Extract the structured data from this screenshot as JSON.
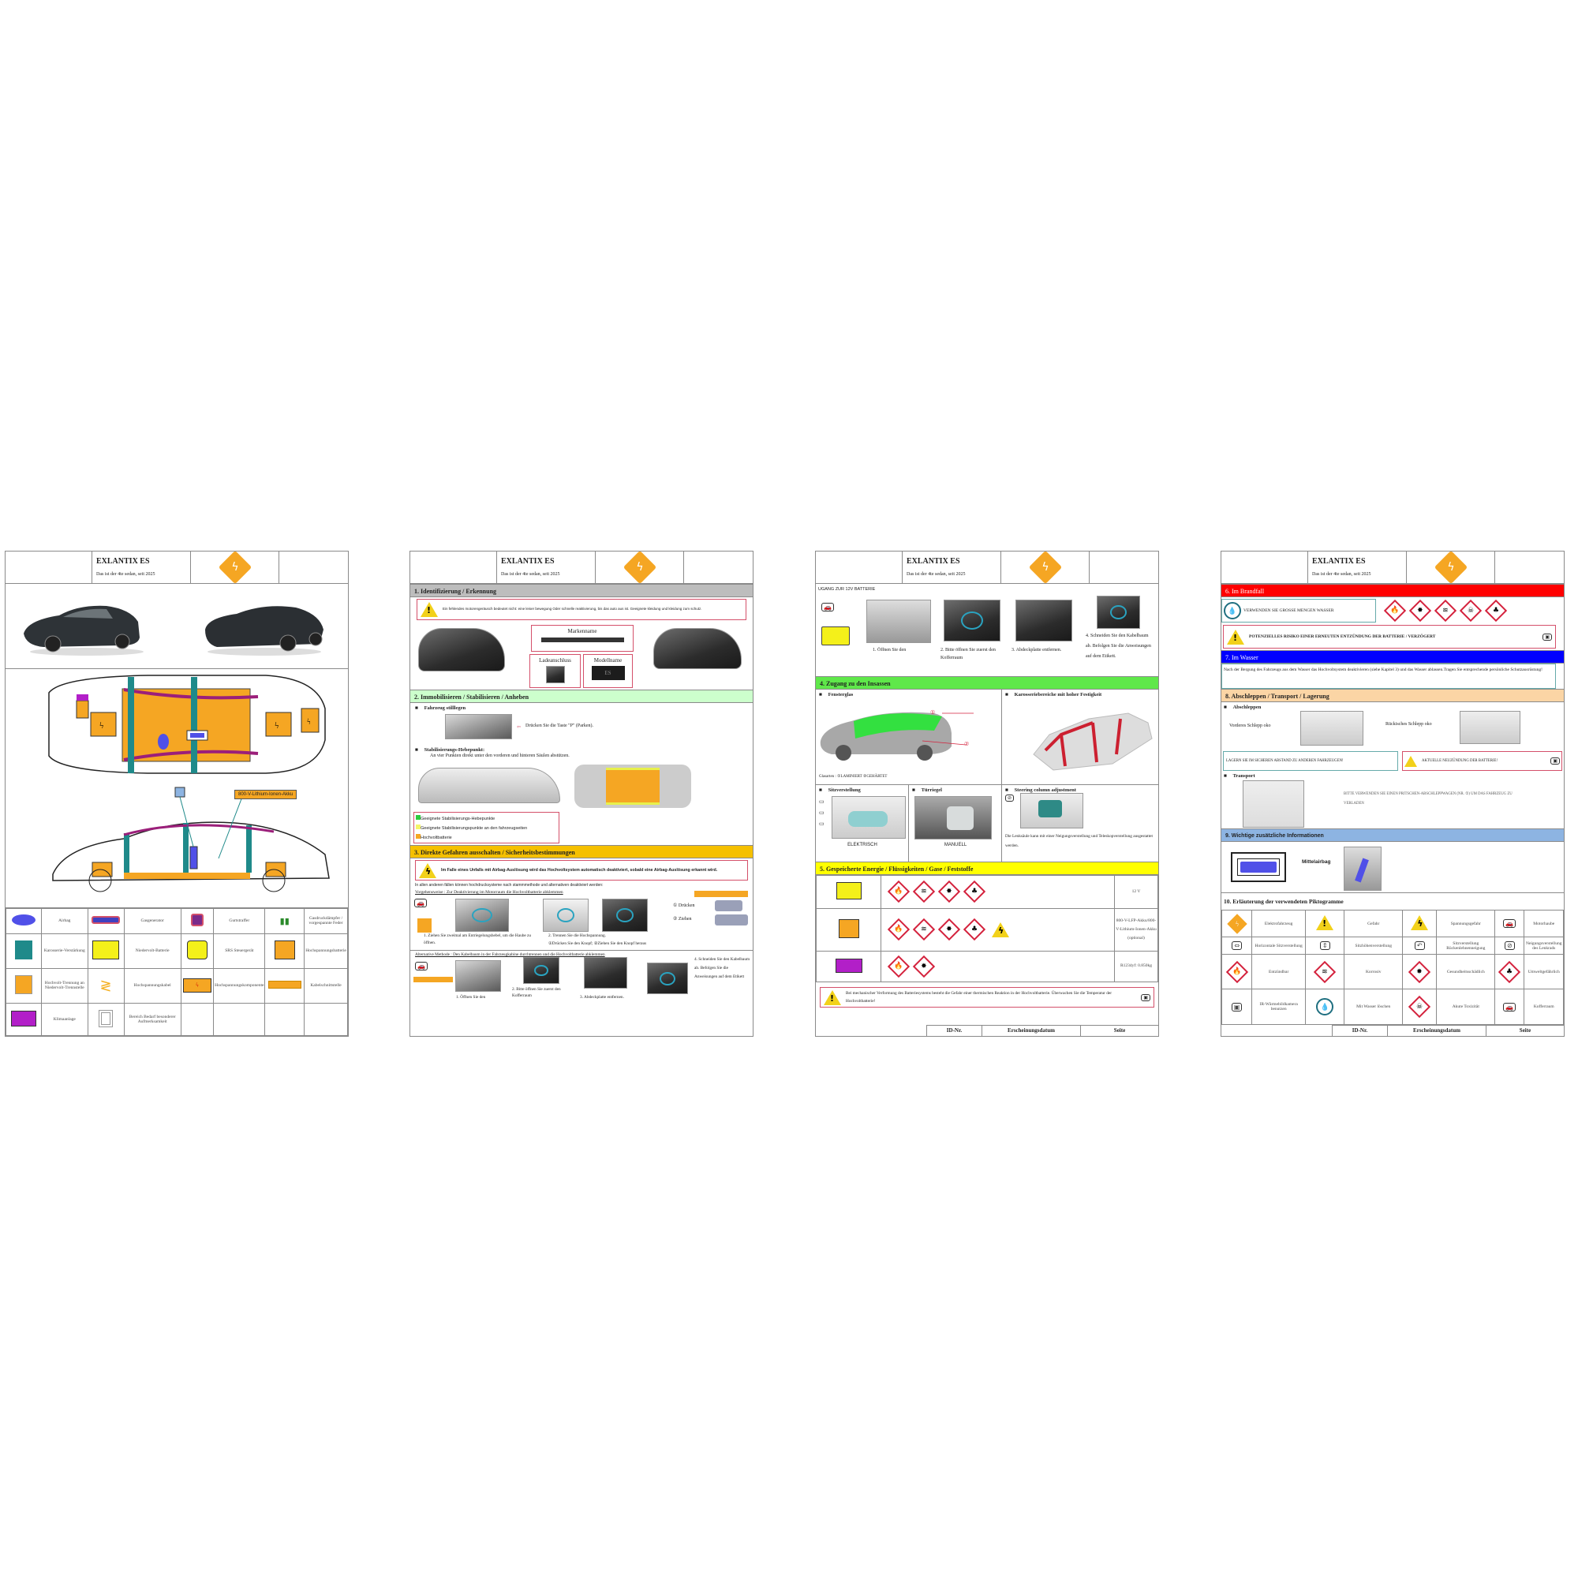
{
  "header": {
    "title": "EXLANTIX ES",
    "subtitle": "Das ist der 4te sedan, seit 2025",
    "ev_symbol": "ϟ"
  },
  "colors": {
    "orange": "#f5a623",
    "teal": "#1f8a8a",
    "purple": "#b21fc8",
    "airbag_blue": "#5050e8",
    "sec_red": "#ff0000",
    "sec_blue": "#0000ff",
    "sec_green": "#5fe84a",
    "sec_yellow": "#ffff00"
  },
  "page1": {
    "battery_label": "800-V-Lithium-Ionen-Akku",
    "legend": [
      [
        "Airbag",
        "Gasgenerator",
        "Gurtstraffer",
        "Gasdruckdämpfer / vorgespannte Feder"
      ],
      [
        "Karosserie-Verstärkung",
        "Niedervolt-Batterie",
        "SRS Steuergerät",
        "Hochspannungsbatterie"
      ],
      [
        "Hochvolt-Trennung an Niedervolt-Trennstelle",
        "Hochspannungskabel",
        "Hochspannungskomponente",
        "Kabelschnittstelle"
      ],
      [
        "Klimaanlage",
        "Bereich Bedarf besonderer Aufmerksamkeit",
        "",
        ""
      ]
    ]
  },
  "page2": {
    "sec1": "1.   Identifizierung / Erkennung",
    "sec1_warning": "Ein fehlendes motorengeräusch bedeutet nicht: eine leiser bewegung Oder schnelle reaktivierung, bis das auto aus ist. Geeignete kleidung und kleidung zum schutz.",
    "brand_label": "Markenname",
    "charge_label": "Ladeanschluss",
    "model_label": "Modellname",
    "model_badge": "ES",
    "sec2": "2.   Immobilisieren / Stabilisieren / Anheben",
    "park_title": "Fahrzeug stilllegen",
    "park_text": "Drücken Sie die Taste \"P\" (Parken).",
    "lift_title": "Stabilisierungs-Hebepunkt:",
    "lift_text": "An vier Punkten direkt unter den vorderen und hinteren Säulen abstützen.",
    "legend": [
      "Geeignete Stabilisierungs-Hebepunkte",
      "Geeignete Stabilisierungspunkte an den fahrzeugseiten",
      "Hochvoltbatterie"
    ],
    "sec3": "3.   Direkte Gefahren ausschalten / Sicherheitsbestimmungen",
    "sec3_warning": "Im Falle eines Unfalls mit Airbag-Auslösung wird das Hochvoltsystem automatisch deaktiviert, sobald eine Airbag-Auslösung erkannt wird.",
    "other_cases": "In allen anderen fällen können hochdrucksysteme nach stammmethode und alternativen deaktiviert werden:",
    "procedure": "Vorgehensweise : Zur Deaktivierung im Motorraum die Hochvoltbatterie abklemmen",
    "step1": "1. Ziehen Sie zweimal am Entriegelungshebel, um die Haube zu öffnen.",
    "step2": "2. Trennen Sie die Hochspannung.",
    "step2b": "①Drücken Sie den Knopf; ②Ziehen Sie den Knopf heraus",
    "press": "Drücken",
    "pull": "Ziehen",
    "n1": "①",
    "n2": "②",
    "alt": "Alternative Methode : Den Kabelbaum in der Fahrzeugkabine durchtrennen und die Hochvoltbatterie abklemmen",
    "alt_steps": [
      "1. Öffnen Sie den",
      "2. Bitte öffnen Sie zuerst den Kofferraum",
      "3. Abdeckplatte entfernen.",
      "4. Schneiden Sie den Kabelbaum ab. Befolgen Sie die Anweisungen auf dem Etikett"
    ]
  },
  "page3": {
    "access_title": "UGANG ZUR 12V BATTERIE",
    "steps": [
      "1. Öffnen Sie den",
      "2. Bitte öffnen Sie zuerst den Kofferraum",
      "3. Abdeckplatte entfernen.",
      "4. Schneiden Sie den Kabelbaum ab. Befolgen Sie die Anweisungen auf dem Etikett."
    ],
    "sec4": "4.   Zugang zu den Insassen",
    "glass_title": "Fensterglas",
    "glass_types": "Glasarten : ①LAMINIERT   ②GEHÄRTET",
    "c1": "①",
    "c2": "②",
    "body_title": "Karosseriebereiche mit hoher Festigkeit",
    "seat_title": "Sitzverstellung",
    "seat_label": "ELEKTRISCH",
    "door_title": "Türriegel",
    "door_label": "MANUELL",
    "steer_title": "Steering column adjustment",
    "steer_text": "Die Lenksäule kann mit einer Neigungsverstellung und Teleskopverstellung ausgestattet werden.",
    "sec5": "5.   Gespeicherte Energie / Flüssigkeiten / Gase / Feststoffe",
    "rows": [
      {
        "ghs": [
          "🔥",
          "≋",
          "✸",
          "♣"
        ],
        "value": "12 V"
      },
      {
        "ghs": [
          "🔥",
          "≋",
          "✸",
          "♣"
        ],
        "extra": "ϟ",
        "value": "800-V-LFP-Akku/800-V-Lithium-Ionen-Akku (optional)"
      },
      {
        "ghs": [
          "🔥",
          "✸"
        ],
        "value": "R1234yf: 0.850kg"
      }
    ],
    "warning": "Bei mechanischer Verformung des Batteriesystems besteht die Gefahr einer thermischen Reaktion in der Hochvoltbatterie. Überwachen Sie die Temperatur der Hochvoltbatterie!",
    "footer": {
      "id": "ID-Nr.",
      "date": "Erscheinungsdatum",
      "page": "Seite"
    }
  },
  "page4": {
    "sec6": "6.   Im Brandfall",
    "water": "VERWENDEN SIE GROSSE MENGEN WASSER",
    "fire_ghs": [
      "🔥",
      "✸",
      "≋",
      "☠",
      "♣"
    ],
    "reignite": "POTENZIELLES RISIKO EINER ERNEUTEN ENTZÜNDUNG DER BATTERIE / VERZÖGERT",
    "sec7": "7.   Im Wasser",
    "water_text": "Nach der Bergung des Fahrzeugs aus dem Wasser das Hochvoltsystem deaktivieren (siehe Kapitel 3) und das Wasser ablassen.Tragen Sie entsprechende persönliche Schutzausrüstung!",
    "sec8": "8. Abschleppen / Transport / Lagerung",
    "tow_title": "Abschleppen",
    "tow_front": "Vorderes Schlepp oko",
    "tow_rear": "Rückisches Schlepp oko",
    "storage": "LAGERN SIE IM SICHEREN ABSTAND ZU ANDEREN FAHRZEUGEN!",
    "reignition": "AKTUELLE NEUZÜNDUNG DER BATTERIE!",
    "transport_title": "Transport",
    "transport_text": "BITTE VERWENDEN SIE EINEN PRITSCHEN-ABSCHLEPPWAGEN (NR. ①) UM DAS FAHRZEUG ZU VERLADEN",
    "sec9": "9. Wichtige zusätzliche Informationen",
    "center_airbag": "Mittelairbag",
    "sec10": "10.   Erläuterung der verwendeten Piktogramme",
    "pictos": [
      [
        {
          "i": "ϟ",
          "t": "Elektrofahrzeug"
        },
        {
          "i": "!",
          "t": "Gefahr"
        },
        {
          "i": "ϟ",
          "t": "Spannungsgefahr"
        },
        {
          "i": "🚗",
          "t": "Motorhaube"
        }
      ],
      [
        {
          "i": "⇔",
          "t": "Horizontale Sitzverstellung"
        },
        {
          "i": "⇕",
          "t": "Sitzhöhenverstellung"
        },
        {
          "i": "↶",
          "t": "Sitzverstellung Rückenlehnenneigung"
        },
        {
          "i": "⊘",
          "t": "Neigungsverstellung des Lenkrads"
        }
      ],
      [
        {
          "i": "🔥",
          "t": "Entzündbar"
        },
        {
          "i": "≋",
          "t": "Korrosiv"
        },
        {
          "i": "✸",
          "t": "Gesundheitsschädlich"
        },
        {
          "i": "♣",
          "t": "Umweltgefährlich"
        }
      ],
      [
        {
          "i": "▣",
          "t": "IR-Wärmebildkamera benutzen"
        },
        {
          "i": "💧",
          "t": "Mit Wasser löschen"
        },
        {
          "i": "☠",
          "t": "Akute Toxizität"
        },
        {
          "i": "🚗",
          "t": "Kofferraum"
        }
      ]
    ],
    "footer": {
      "id": "ID-Nr.",
      "date": "Erscheinungsdatum",
      "page": "Seite"
    }
  }
}
